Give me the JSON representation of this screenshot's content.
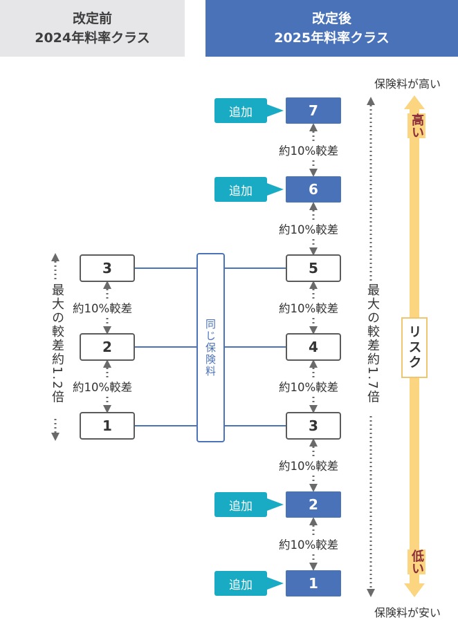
{
  "header": {
    "before_line1": "改定前",
    "before_line2": "2024年料率クラス",
    "after_line1": "改定後",
    "after_line2": "2025年料率クラス"
  },
  "before_classes": [
    "3",
    "2",
    "1"
  ],
  "after_classes": [
    "7",
    "6",
    "5",
    "4",
    "3",
    "2",
    "1"
  ],
  "add_label": "追加",
  "diff_label": "約10%較差",
  "same_premium": "同じ保険料",
  "left_range": "最大の較差約1.2倍",
  "right_range": "最大の較差約1.7倍",
  "risk_label": "リスク",
  "risk_high": "高い",
  "risk_low": "低い",
  "premium_high": "保険料が高い",
  "premium_low": "保険料が安い",
  "colors": {
    "header_after": "#4a72b8",
    "add_tag": "#18abc3",
    "risk_bar": "#fbd57f",
    "risk_text": "#8c2d3a"
  }
}
